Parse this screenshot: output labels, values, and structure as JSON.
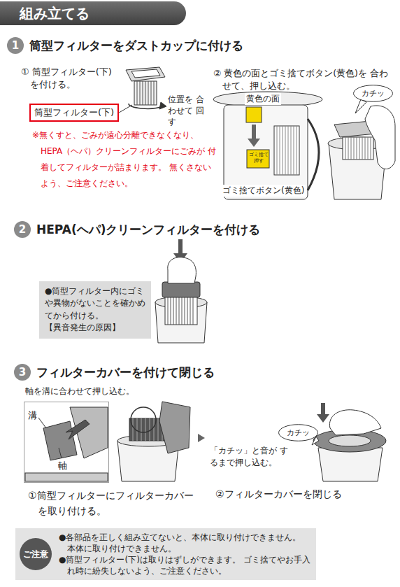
{
  "diagram": {
    "title": "組み立てる",
    "nodes": [
      {
        "text": [
          "1",
          "筒型フィルターをダストカップに付ける"
        ]
      },
      {
        "text": [
          "筒型フィルター(下)"
        ]
      },
      {
        "text": [
          "カチッ"
        ]
      },
      {
        "text": [
          "2",
          "HEPA(ヘパ)クリーンフィルターを付ける"
        ]
      },
      {
        "text": [
          "●筒型フィルター内にゴミや異物がないことを確かめてから付ける。",
          "【異音発生の原因】"
        ]
      },
      {
        "text": [
          "3",
          "フィルターカバーを付けて閉じる"
        ]
      },
      {
        "text": [
          "溝",
          "軸"
        ]
      },
      {
        "text": [
          "カチッ"
        ]
      },
      {
        "text": [
          "●各部品を正しく組み立てないと、本体に取り付けできません。 本体に取り付けできません。",
          "●筒型フィルター(下)は取りはずしができます。 ゴミ捨てやお手入れ時に紛失しないよう、ご注意ください。"
        ]
      },
      {
        "text": [
          "ご注意"
        ],
        "in": 8
      }
    ],
    "labels": [
      "① 筒型フィルター(下) を付ける。",
      "位置を 合わせて 回す",
      "※無くすと、ごみが遠心分離できなくなり、 HEPA（ヘパ）クリーンフィルターにごみが 付着してフィルターが詰まります。 無くさないよう、ご注意ください。",
      "② 黄色の面とゴミ捨てボタン(黄色)を 合わせて、押し込む。",
      "黄色の面",
      "ゴミ捨て 押す",
      "ゴミ捨てボタン(黄色)",
      "軸を溝に合わせて押し込む。",
      "「カチッ」と音が するまで押し込む。",
      "①筒型フィルターにフィルターカバー を取り付ける。",
      "②フィルターカバーを閉じる"
    ]
  }
}
